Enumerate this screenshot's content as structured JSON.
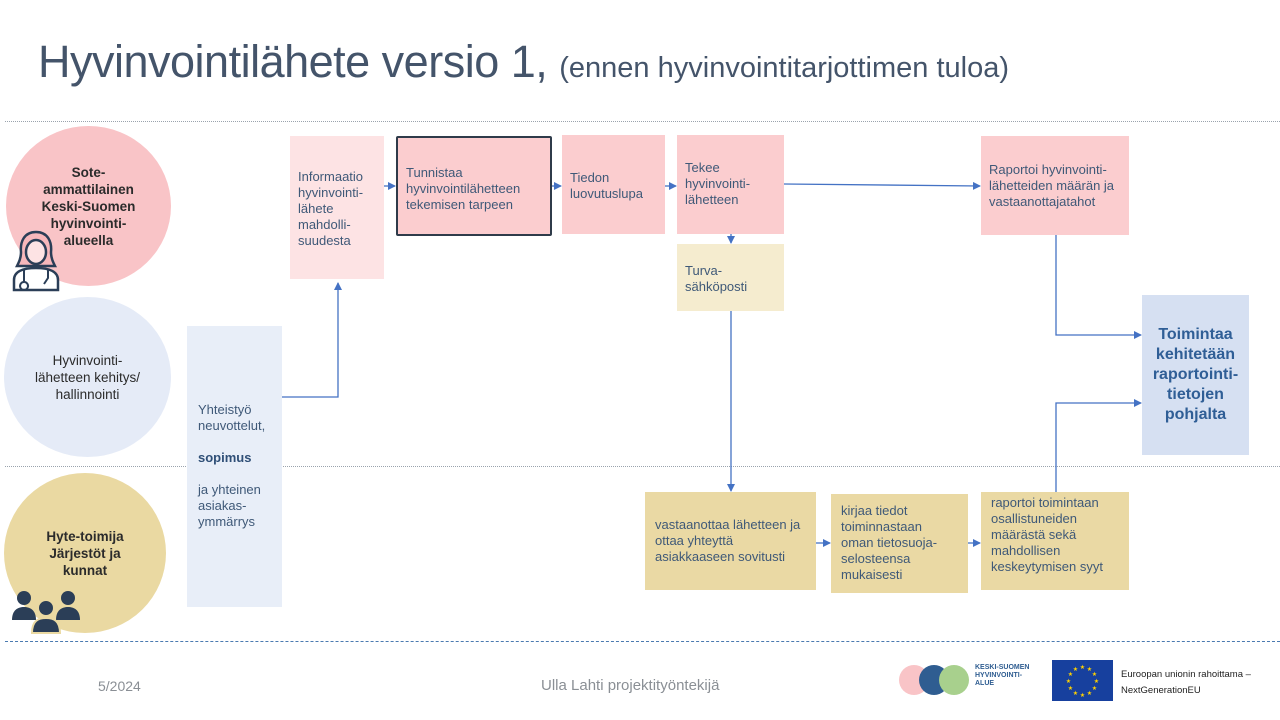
{
  "title": {
    "main": "Hyvinvointilähete versio 1, ",
    "sub": "(ennen hyvinvointitarjottimen tuloa)"
  },
  "actors": [
    {
      "label": "Sote-ammattilainen Keski-Suomen hyvinvointi-alueella"
    },
    {
      "label": "Hyvinvointi-lähetteen kehitys/ hallinnointi"
    },
    {
      "label": "Hyte-toimija Järjestöt ja kunnat"
    }
  ],
  "boxes": {
    "info": "Informaatio hyvinvointi-lähete mahdolli-suudesta",
    "tunnistaa": "Tunnistaa hyvinvointilähetteen tekemisen tarpeen",
    "tiedon": "Tiedon luovutuslupa",
    "tekee": "Tekee hyvinvointi-lähetteen",
    "turva": "Turva-sähköposti",
    "raportoi_top": "Raportoi hyvinvointi-lähetteiden määrän ja vastaanottajatahot",
    "toimintaa": "Toimintaa kehitetään raportointi-tietojen pohjalta",
    "yhteistyo_1": "Yhteistyö neuvottelut,",
    "yhteistyo_2": "sopimus",
    "yhteistyo_3": "ja yhteinen asiakas-ymmärrys",
    "vastaanottaa": "vastaanottaa lähetteen ja ottaa yhteyttä asiakkaaseen sovitusti",
    "kirjaa": "kirjaa tiedot toiminnastaan oman tietosuoja-selosteensa mukaisesti",
    "raportoi_bottom": "raportoi toimintaan osallistuneiden määrästä sekä mahdollisen keskeytymisen syyt"
  },
  "footer": {
    "date": "5/2024",
    "author": "Ulla Lahti projektityöntekijä",
    "ksh_logo_text": "KESKI-SUOMEN HYVINVOINTI-ALUE",
    "eu_text_1": "Euroopan unionin rahoittama –",
    "eu_text_2": "NextGenerationEU"
  },
  "colors": {
    "title": "#44546a",
    "pink": "#fbcdcf",
    "sand": "#ead9a4",
    "blue": "#d6e0f2",
    "arrow": "#4472c4"
  },
  "icons": [
    "doctor-icon",
    "group-icon",
    "eu-flag-icon",
    "ksh-logo-icon"
  ]
}
